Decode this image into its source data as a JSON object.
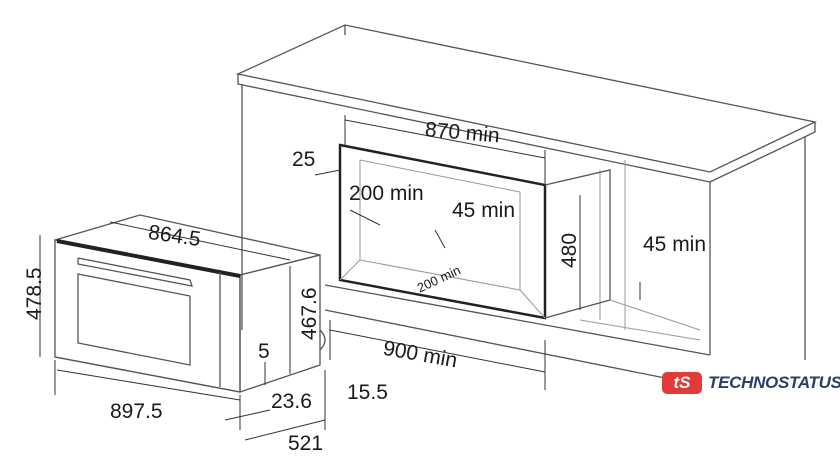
{
  "dimensions": {
    "niche_width": "870 min",
    "top_gap": "25",
    "niche_depth": "200 min",
    "back_gap": "45 min",
    "floor_depth": "200 min",
    "niche_height": "480",
    "side_gap": "45 min",
    "cabinet_width": "900 min",
    "plinth": "15.5",
    "oven_top_width": "864.5",
    "oven_front_height": "478.5",
    "oven_body_height": "467.6",
    "bottom_offset": "5",
    "front_thickness": "23.6",
    "oven_front_width": "897.5",
    "oven_depth": "521"
  },
  "watermark": {
    "mark": "tS",
    "name": "TECHNOSTATUS",
    "mark_color": "#e03a3a",
    "text_color": "#2a3f66"
  }
}
